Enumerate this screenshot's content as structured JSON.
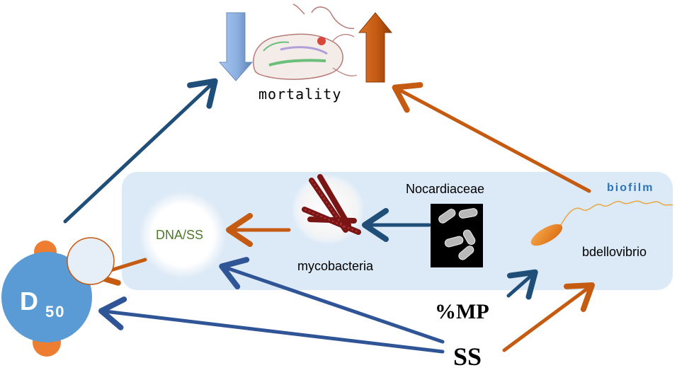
{
  "labels": {
    "mortality": "mortality",
    "biofilm": "biofilm",
    "nocardiaceae": "Nocardiaceae",
    "mycobacteria": "mycobacteria",
    "dna_ss": "DNA/SS",
    "bdellovibrio": "bdellovibrio",
    "mp": "%MP",
    "ss": "SS",
    "d_main": "D",
    "d_sub": "50"
  },
  "colors": {
    "blue_arrow": "#1f4e79",
    "orange_arrow": "#c55a11",
    "biofilm_bg": "#dce9f6",
    "d50_circle": "#5b9bd5",
    "orange_dot": "#ed7d31",
    "down_arrow": "#8fb4e3",
    "up_arrow": "#c55a11",
    "biofilm_text": "#2e75b6"
  },
  "icons": [
    "down-arrow-icon",
    "up-arrow-icon",
    "zooplankton-icon",
    "mycobacteria-icon",
    "nocardiaceae-micrograph-icon",
    "bdellovibrio-icon"
  ]
}
